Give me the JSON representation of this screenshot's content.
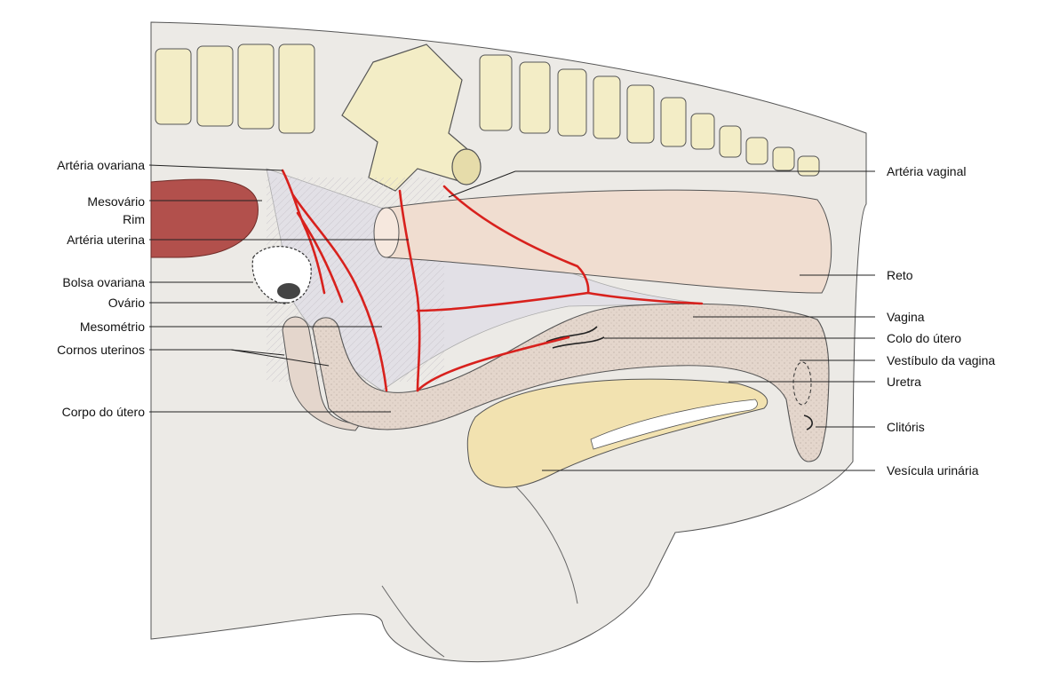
{
  "labels": {
    "arteria_ovariana": "Artéria ovariana",
    "mesovario": "Mesovário",
    "rim": "Rim",
    "arteria_uterina": "Artéria uterina",
    "bolsa_ovariana": "Bolsa ovariana",
    "ovario": "Ovário",
    "mesometrio": "Mesométrio",
    "cornos_uterinos": "Cornos uterinos",
    "corpo_do_utero": "Corpo do útero",
    "arteria_vaginal": "Artéria vaginal",
    "reto": "Reto",
    "vagina": "Vagina",
    "colo_do_utero": "Colo do útero",
    "vestibulo_da_vagina": "Vestíbulo da vagina",
    "uretra": "Uretra",
    "clitoris": "Clitóris",
    "vesicula_urinaria": "Vesícula urinária"
  },
  "colors": {
    "bone": "#f3edc6",
    "kidney": "#b2504c",
    "artery": "#d8211d",
    "rectum": "#f0ddd0",
    "uterus": "#e4d6cc",
    "bladder": "#f2e2b0",
    "body": "#eceae6",
    "ligament": "#e2e0e6"
  }
}
